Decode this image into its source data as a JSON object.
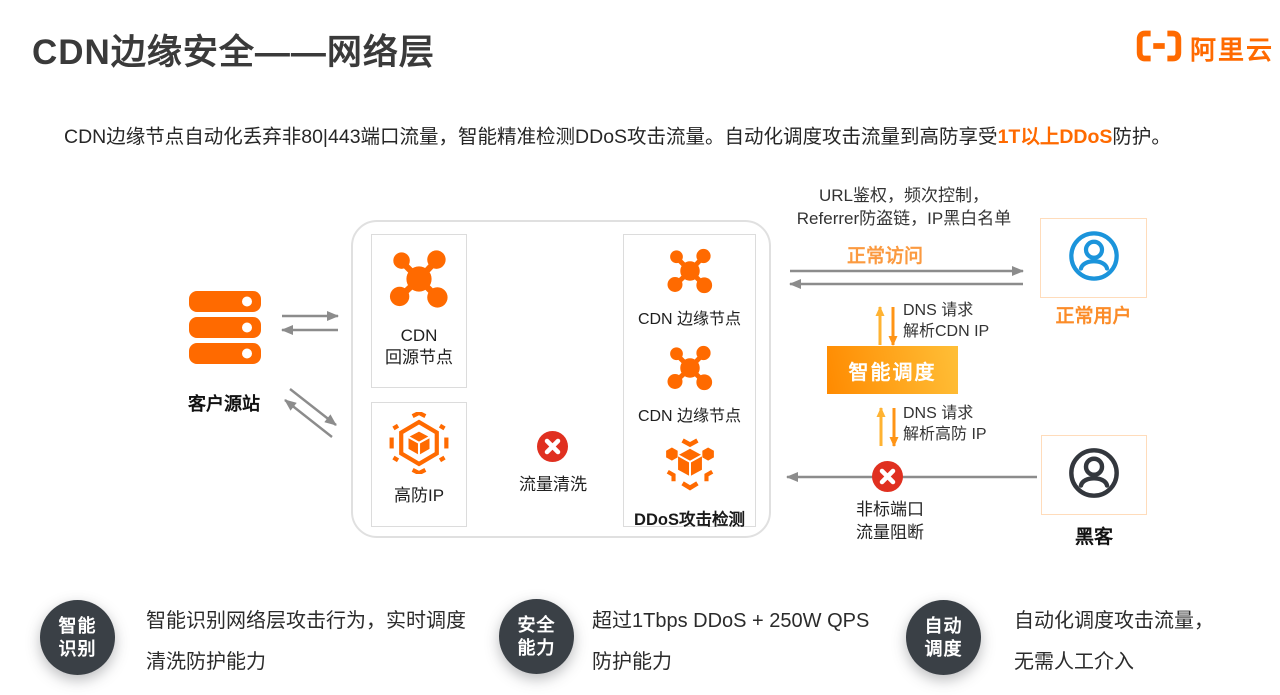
{
  "slide": {
    "title": "CDN边缘安全——网络层",
    "logo": {
      "text": "阿里云"
    },
    "intro": {
      "before": "CDN边缘节点自动化丢弃非80|443端口流量，智能精准检测DDoS攻击流量。自动化调度攻击流量到高防享受",
      "highlight": "1T以上DDoS",
      "after": "防护。"
    }
  },
  "diagram": {
    "origin_server": {
      "label": "客户源站"
    },
    "cdn_origin_node": {
      "line1": "CDN",
      "line2": "回源节点"
    },
    "anti_ddos_ip": {
      "label": "高防IP"
    },
    "edge_node_1": {
      "label": "CDN 边缘节点"
    },
    "edge_node_2": {
      "label": "CDN 边缘节点"
    },
    "ddos_detection": {
      "label": "DDoS攻击检测"
    },
    "traffic_scrub": {
      "label": "流量清洗"
    },
    "acl_note": {
      "line1": "URL鉴权，频次控制，",
      "line2": "Referrer防盗链，IP黑白名单"
    },
    "normal_access": {
      "label": "正常访问"
    },
    "dns_cdn": {
      "line1": "DNS 请求",
      "line2": "解析CDN IP"
    },
    "smart_scheduling": {
      "label": "智能调度"
    },
    "dns_antiddos": {
      "line1": "DNS 请求",
      "line2": "解析高防 IP"
    },
    "port_block": {
      "line1": "非标端口",
      "line2": "流量阻断"
    },
    "normal_user": {
      "label": "正常用户"
    },
    "hacker": {
      "label": "黑客"
    }
  },
  "features": [
    {
      "badge1": "智能",
      "badge2": "识别",
      "line1": "智能识别网络层攻击行为，实时调度",
      "line2": "清洗防护能力"
    },
    {
      "badge1": "安全",
      "badge2": "能力",
      "line1": "超过1Tbps DDoS + 250W QPS",
      "line2": "防护能力"
    },
    {
      "badge1": "自动",
      "badge2": "调度",
      "line1": "自动化调度攻击流量，",
      "line2": "无需人工介入"
    }
  ],
  "colors": {
    "brand": "#FF6A00",
    "normal_access_text": "#FB9A40",
    "normal_user_label": "#FB8C28",
    "alert_red": "#E03020",
    "user_blue": "#1B94DB",
    "hacker_dark": "#33373D",
    "badge_dark": "#3A4046",
    "arrow_gray": "#8C8C8C",
    "dns_arrow_up": "#FFB332",
    "dns_arrow_down": "#FF9416",
    "smart_gradient_start": "#FF8A00",
    "smart_gradient_end": "#FFBF37"
  }
}
